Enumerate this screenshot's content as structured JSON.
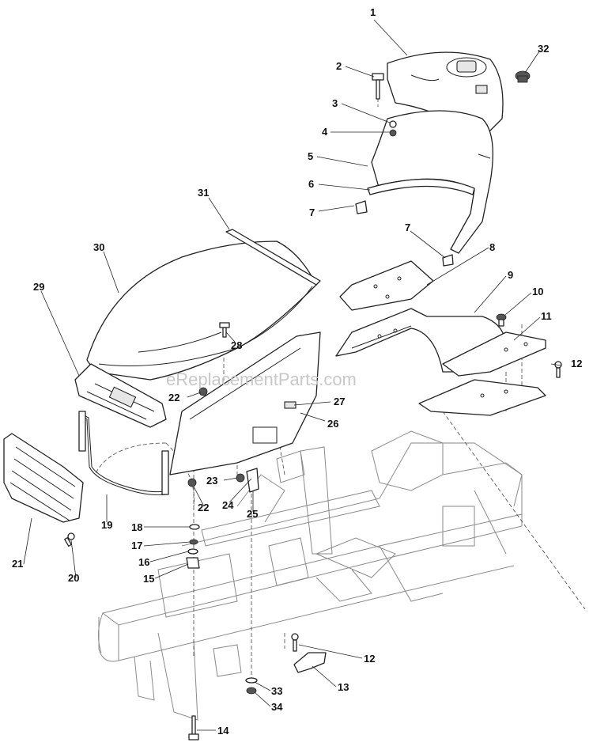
{
  "watermark": "eReplacementParts.com",
  "callouts": [
    "1",
    "2",
    "3",
    "4",
    "5",
    "6",
    "7",
    "7",
    "8",
    "9",
    "10",
    "11",
    "12",
    "30",
    "31",
    "29",
    "28",
    "22",
    "27",
    "26",
    "23",
    "24",
    "25",
    "22",
    "19",
    "18",
    "17",
    "16",
    "15",
    "21",
    "20",
    "12",
    "13",
    "33",
    "34",
    "14",
    "32"
  ]
}
